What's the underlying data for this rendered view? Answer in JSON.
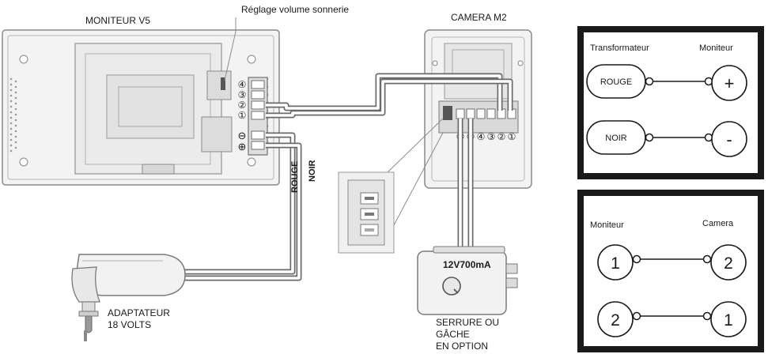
{
  "labels": {
    "monitor": "MONITEUR V5",
    "volume": "Réglage volume sonnerie",
    "camera": "CAMERA M2",
    "rouge": "ROUGE",
    "noir": "NOIR",
    "lock_rating": "12V700mA",
    "adapter_line1": "ADAPTATEUR",
    "adapter_line2": "18 VOLTS",
    "lock_line1": "SERRURE OU",
    "lock_line2": "GÂCHE",
    "lock_line3": "EN OPTION"
  },
  "monitor_terminals": [
    "④",
    "③",
    "②",
    "①",
    "⊖",
    "⊕"
  ],
  "camera_terminals": [
    "⑥",
    "⑤",
    "④",
    "③",
    "②",
    "①"
  ],
  "legend1": {
    "left_header": "Transformateur",
    "right_header": "Moniteur",
    "rows": [
      {
        "left": "ROUGE",
        "right": "+"
      },
      {
        "left": "NOIR",
        "right": "-"
      }
    ]
  },
  "legend2": {
    "left_header": "Moniteur",
    "right_header": "Camera",
    "rows": [
      {
        "left": "1",
        "right": "2"
      },
      {
        "left": "2",
        "right": "1"
      }
    ]
  }
}
